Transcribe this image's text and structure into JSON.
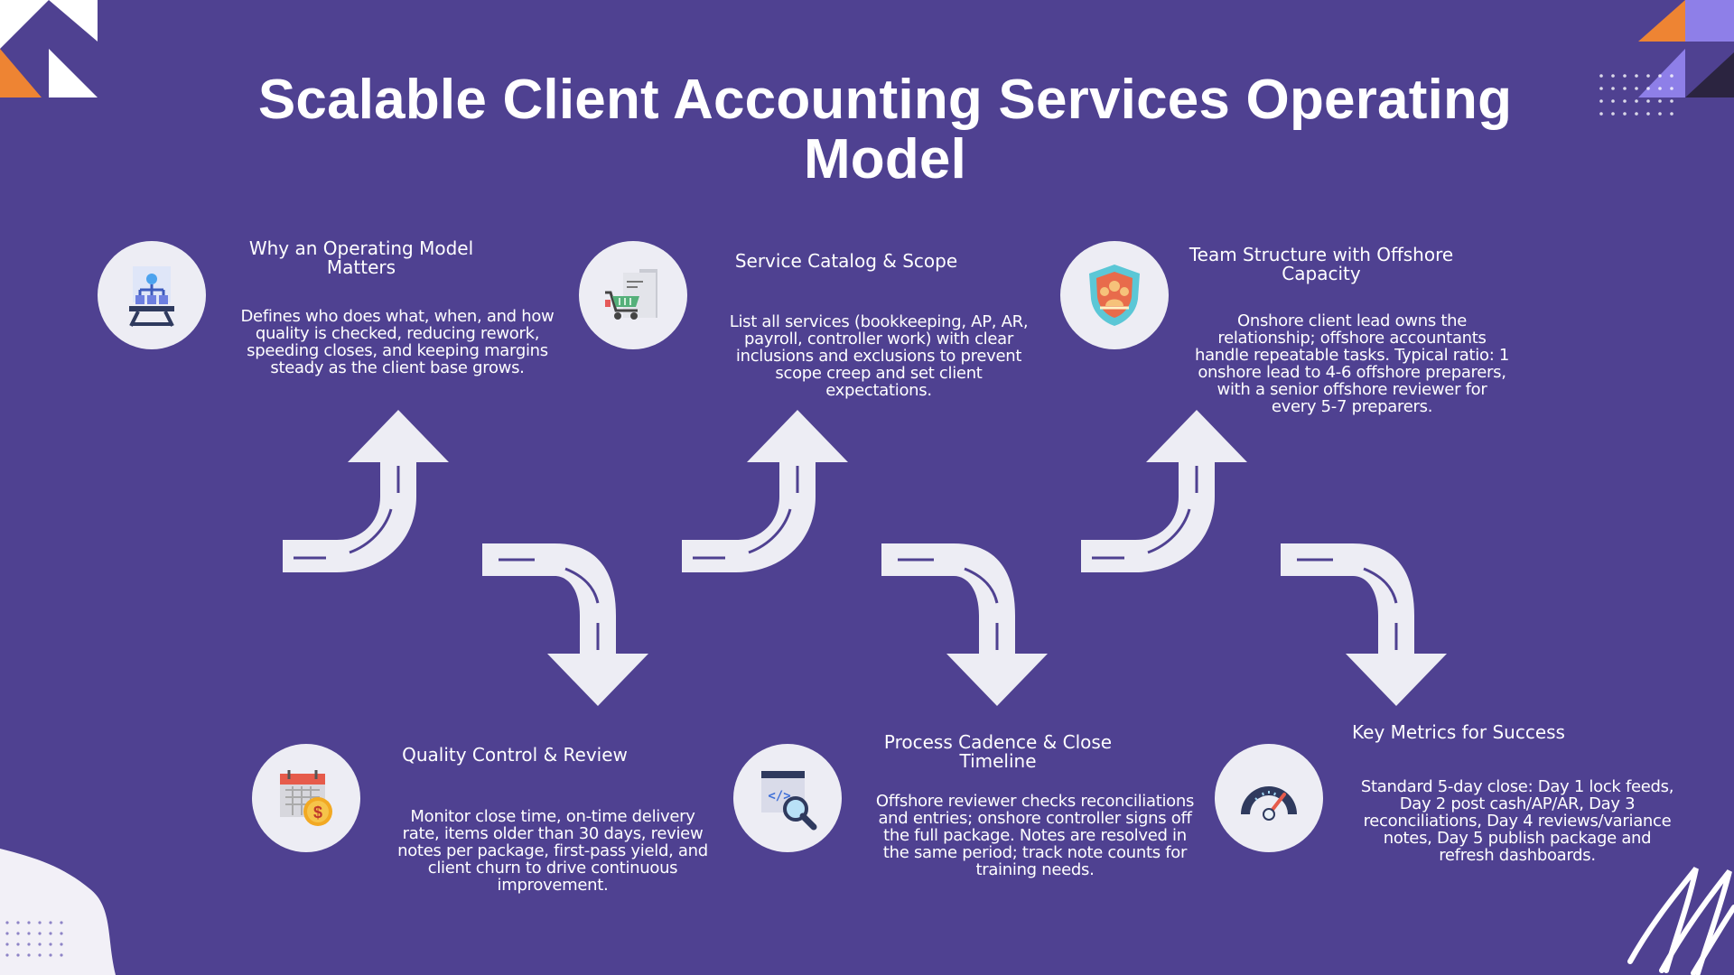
{
  "title": "Scalable Client Accounting Services Operating Model",
  "colors": {
    "background": "#4f4191",
    "arrow": "#ededf4",
    "accent_orange": "#ee8433",
    "accent_lavender": "#8e7fe8"
  },
  "steps": [
    {
      "heading": "Why an Operating Model Matters",
      "description": "Defines who does what, when, and how quality is checked, reducing rework, speeding closes, and keeping margins steady as the client base grows.",
      "icon": "org-chart-icon"
    },
    {
      "heading": "Quality Control & Review",
      "description": "Monitor close time, on-time delivery rate, items older than 30 days, review notes per package, first-pass yield, and client churn to drive continuous improvement.",
      "icon": "calendar-dollar-icon"
    },
    {
      "heading": "Service Catalog & Scope",
      "description": "List all services (bookkeeping, AP, AR, payroll, controller work) with clear inclusions and exclusions to prevent scope creep and set client expectations.",
      "icon": "shopping-cart-chart-icon"
    },
    {
      "heading": "Process Cadence & Close Timeline",
      "description": "Offshore reviewer checks reconciliations and entries; onshore controller signs off the full package. Notes are resolved in the same period; track note counts for training needs.",
      "icon": "code-search-icon"
    },
    {
      "heading": "Team Structure with Offshore Capacity",
      "description": "Onshore client lead owns the relationship; offshore accountants handle repeatable tasks. Typical ratio: 1 onshore lead to 4-6 offshore preparers, with a senior offshore reviewer for every 5-7 preparers.",
      "icon": "team-shield-icon"
    },
    {
      "heading": "Key Metrics for Success",
      "description": "Standard 5-day close: Day 1 lock feeds, Day 2 post cash/AP/AR, Day 3 reconciliations, Day 4 reviews/variance notes, Day 5 publish package and refresh dashboards.",
      "icon": "gauge-icon"
    }
  ]
}
